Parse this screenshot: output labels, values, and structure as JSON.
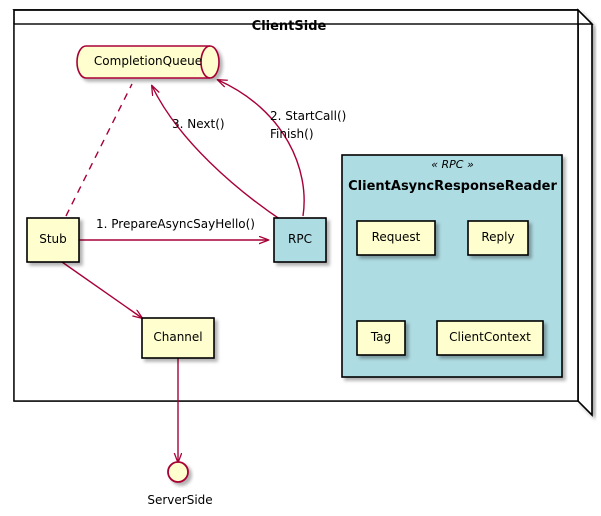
{
  "diagram": {
    "type": "uml-component-diagram",
    "outer_package": {
      "name": "ClientSide",
      "shape": "node-3d-box",
      "fill": "#FFFFFF",
      "border": "#000000"
    },
    "colors": {
      "node_yellow_fill": "#FEFECE",
      "node_yellow_border": "#000000",
      "rpc_blue_fill": "#AEDCE3",
      "rpc_blue_border": "#000000",
      "queue_fill": "#FEFECE",
      "queue_border": "#A80036",
      "arrow": "#A80036",
      "text": "#000000",
      "background": "#FFFFFF"
    },
    "nodes": [
      {
        "id": "completion-queue",
        "label": "CompletionQueue",
        "shape": "queue-cylinder",
        "fill": "#FEFECE",
        "border": "#A80036"
      },
      {
        "id": "stub",
        "label": "Stub",
        "shape": "rect",
        "fill": "#FEFECE",
        "border": "#000000"
      },
      {
        "id": "rpc",
        "label": "RPC",
        "shape": "rect",
        "fill": "#AEDCE3",
        "border": "#000000"
      },
      {
        "id": "channel",
        "label": "Channel",
        "shape": "rect",
        "fill": "#FEFECE",
        "border": "#000000"
      },
      {
        "id": "server-side",
        "label": "ServerSide",
        "shape": "circle-interface",
        "fill": "#FEFECE",
        "border": "#A80036"
      }
    ],
    "rpc_package": {
      "stereotype": "« RPC »",
      "name": "ClientAsyncResponseReader",
      "fill": "#AEDCE3",
      "border": "#000000",
      "members": [
        {
          "id": "request",
          "label": "Request"
        },
        {
          "id": "reply",
          "label": "Reply"
        },
        {
          "id": "tag",
          "label": "Tag"
        },
        {
          "id": "client-context",
          "label": "ClientContext"
        }
      ]
    },
    "edges": [
      {
        "id": "edge-prepare",
        "from": "stub",
        "to": "rpc",
        "label": "1. PrepareAsyncSayHello()",
        "style": "solid",
        "arrow": "open"
      },
      {
        "id": "edge-startcall",
        "from": "rpc",
        "to": "completion-queue",
        "label_line1": "2. StartCall()",
        "label_line2": "Finish()",
        "style": "solid-curved",
        "arrow": "open"
      },
      {
        "id": "edge-next",
        "from": "rpc",
        "to": "completion-queue",
        "label": "3. Next()",
        "style": "solid-curved",
        "arrow": "open"
      },
      {
        "id": "edge-stub-queue",
        "from": "stub",
        "to": "completion-queue",
        "label": "",
        "style": "dashed",
        "arrow": "none"
      },
      {
        "id": "edge-stub-channel",
        "from": "stub",
        "to": "channel",
        "label": "",
        "style": "solid",
        "arrow": "open"
      },
      {
        "id": "edge-channel-server",
        "from": "channel",
        "to": "server-side",
        "label": "",
        "style": "solid",
        "arrow": "open"
      }
    ]
  }
}
